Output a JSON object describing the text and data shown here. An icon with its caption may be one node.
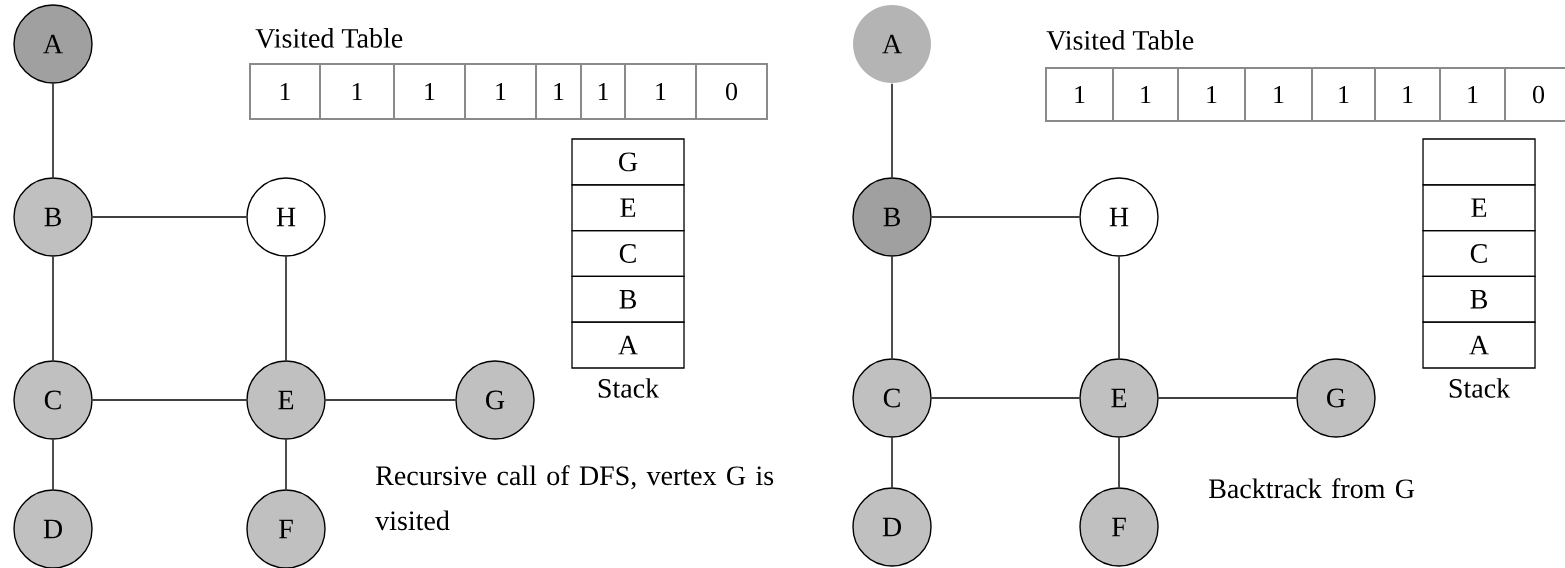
{
  "diagram": {
    "nodes": [
      {
        "text": [
          "A"
        ]
      },
      {
        "text": [
          "B"
        ]
      },
      {
        "text": [
          "H"
        ]
      },
      {
        "text": [
          "C"
        ]
      },
      {
        "text": [
          "E"
        ]
      },
      {
        "text": [
          "G"
        ]
      },
      {
        "text": [
          "D"
        ]
      },
      {
        "text": [
          "F"
        ]
      },
      {
        "text": [
          "A"
        ]
      },
      {
        "text": [
          "B"
        ]
      },
      {
        "text": [
          "H"
        ]
      },
      {
        "text": [
          "C"
        ]
      },
      {
        "text": [
          "E"
        ]
      },
      {
        "text": [
          "G"
        ]
      },
      {
        "text": [
          "D"
        ]
      },
      {
        "text": [
          "F"
        ]
      }
    ],
    "edges": [
      {
        "from": 0,
        "to": 1,
        "arrow": "none"
      },
      {
        "from": 1,
        "to": 2,
        "arrow": "none"
      },
      {
        "from": 1,
        "to": 3,
        "arrow": "none"
      },
      {
        "from": 2,
        "to": 4,
        "arrow": "none"
      },
      {
        "from": 3,
        "to": 4,
        "arrow": "none"
      },
      {
        "from": 4,
        "to": 5,
        "arrow": "none"
      },
      {
        "from": 3,
        "to": 6,
        "arrow": "none"
      },
      {
        "from": 4,
        "to": 7,
        "arrow": "none"
      },
      {
        "from": 8,
        "to": 9,
        "arrow": "none"
      },
      {
        "from": 9,
        "to": 10,
        "arrow": "none"
      },
      {
        "from": 9,
        "to": 11,
        "arrow": "none"
      },
      {
        "from": 10,
        "to": 12,
        "arrow": "none"
      },
      {
        "from": 11,
        "to": 12,
        "arrow": "none"
      },
      {
        "from": 12,
        "to": 13,
        "arrow": "none"
      },
      {
        "from": 11,
        "to": 14,
        "arrow": "none"
      },
      {
        "from": 12,
        "to": 15,
        "arrow": "none"
      }
    ],
    "labels": [
      "Visited Table",
      "1",
      "1",
      "1",
      "1",
      "1",
      "1",
      "1",
      "0",
      "G",
      "E",
      "C",
      "B",
      "A",
      "Stack",
      "Recursive call of DFS, vertex G is visited",
      "Visited Table",
      "1",
      "1",
      "1",
      "1",
      "1",
      "1",
      "1",
      "0",
      "E",
      "C",
      "B",
      "A",
      "Stack",
      "Backtrack from G"
    ]
  }
}
